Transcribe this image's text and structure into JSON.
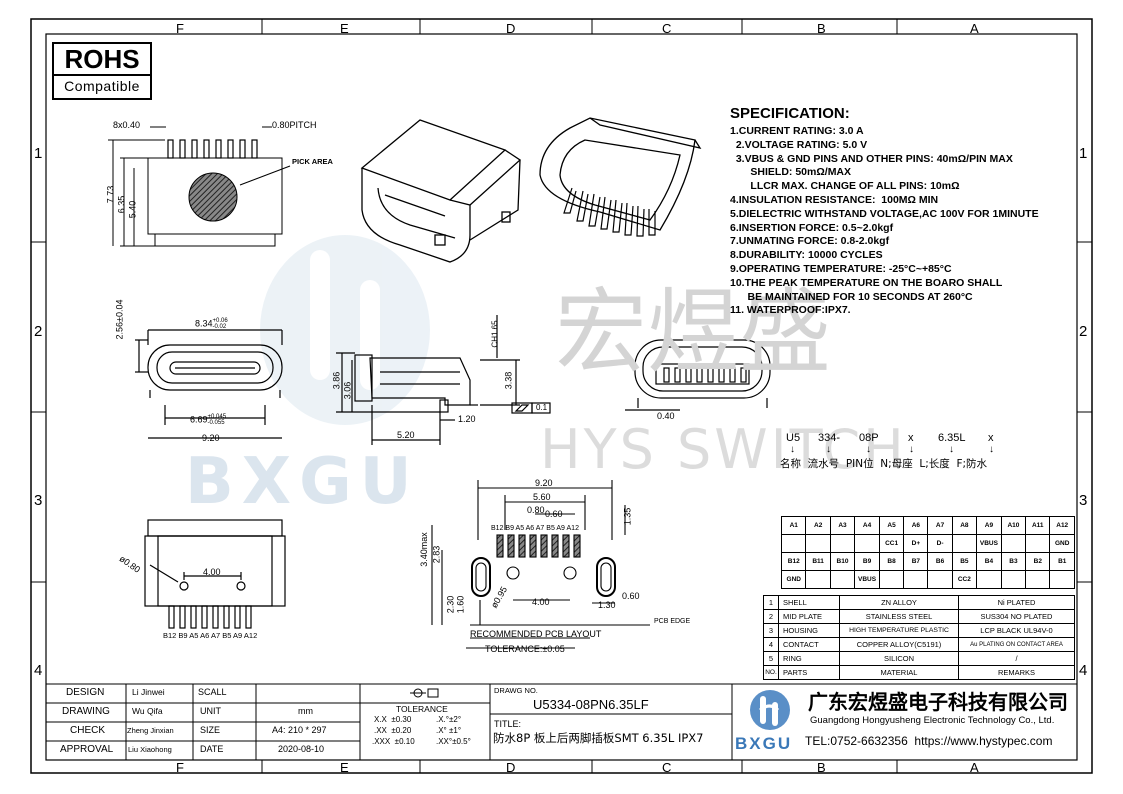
{
  "frame": {
    "col_labels": [
      "F",
      "E",
      "D",
      "C",
      "B",
      "A"
    ],
    "row_labels": [
      "1",
      "2",
      "3",
      "4"
    ]
  },
  "rohs": {
    "title": "ROHS",
    "subtitle": "Compatible"
  },
  "watermark": {
    "cn": "宏煜盛",
    "en": "HYS SWITCH",
    "logo": "BXGU"
  },
  "top_view": {
    "pitch_count": "8x0.40",
    "pitch": "0.80PITCH",
    "pick_area": "PICK AREA",
    "dims": [
      "7.73",
      "6.35",
      "5.40"
    ]
  },
  "front_view": {
    "width_top": "8.34",
    "width_top_tol_plus": "+0.06",
    "width_top_tol_minus": "-0.02",
    "height": "2.56±0.04",
    "width_mid": "6.69",
    "width_mid_tol_plus": "+0.045",
    "width_mid_tol_minus": "-0.055",
    "width_bottom": "9.20"
  },
  "side_view": {
    "dims": [
      "3.86",
      "3.06",
      "3.38",
      "5.20",
      "1.20",
      "CH1.65"
    ],
    "flatness": "0.1"
  },
  "right_front_view": {
    "dim": "0.40"
  },
  "bottom_view": {
    "hole": "ø0.80",
    "spacing": "4.00",
    "pins": "B12 B9 A5 A6 A7 B5 A9 A12"
  },
  "pcb_layout": {
    "dims_top": [
      "9.20",
      "5.60",
      "0.80",
      "0.60"
    ],
    "right": "1.35",
    "left": [
      "3.40max",
      "2.83",
      "2.30",
      "1.60"
    ],
    "hole": "ø0.95",
    "spacing": "4.00",
    "small": [
      "1.30",
      "0.60"
    ],
    "pins": "B12 B9 A5 A6 A7 B5 A9 A12",
    "pcb_edge": "PCB EDGE",
    "title": "RECOMMENDED PCB LAYOUT",
    "tolerance": "TOLERANCE:±0.05"
  },
  "spec": {
    "heading": "SPECIFICATION:",
    "lines": [
      "1.CURRENT RATING: 3.0 A",
      "  2.VOLTAGE RATING: 5.0 V",
      "  3.VBUS & GND PINS AND OTHER PINS: 40mΩ/PIN MAX",
      "       SHIELD: 50mΩ/MAX",
      "       LLCR MAX. CHANGE OF ALL PINS: 10mΩ",
      "4.INSULATION RESISTANCE:  100MΩ MIN",
      "5.DIELECTRIC WITHSTAND VOLTAGE,AC 100V FOR 1MINUTE",
      "6.INSERTION FORCE: 0.5~2.0kgf",
      "7.UNMATING FORCE: 0.8-2.0kgf",
      "8.DURABILITY: 10000 CYCLES",
      "9.OPERATING TEMPERATURE: -25°C~+85°C",
      "10.THE PEAK TEMPERATURE ON THE BOARO SHALL",
      "      BE MAINTAINED FOR 10 SECONDS AT 260°C",
      "11. WATERPROOF:IPX7."
    ]
  },
  "part_code": {
    "parts": [
      "U5",
      "334-",
      "08P",
      "x",
      "6.35L",
      "x"
    ],
    "arrows": [
      "↓",
      "↓",
      "↓",
      "↓",
      "↓",
      "↓"
    ],
    "meanings": "名称  流水号  PIN位  N;母座  L;长度  F;防水"
  },
  "pin_table": {
    "row1": [
      "A1",
      "A2",
      "A3",
      "A4",
      "A5",
      "A6",
      "A7",
      "A8",
      "A9",
      "A10",
      "A11",
      "A12"
    ],
    "row2": [
      "",
      "",
      "",
      "",
      "CC1",
      "D+",
      "D-",
      "",
      "VBUS",
      "",
      "",
      "GND"
    ],
    "row3": [
      "B12",
      "B11",
      "B10",
      "B9",
      "B8",
      "B7",
      "B6",
      "B5",
      "B4",
      "B3",
      "B2",
      "B1"
    ],
    "row4": [
      "GND",
      "",
      "",
      "VBUS",
      "",
      "",
      "",
      "CC2",
      "",
      "",
      "",
      ""
    ]
  },
  "parts_table": [
    [
      "1",
      "SHELL",
      "ZN ALLOY",
      "Ni PLATED"
    ],
    [
      "2",
      "MID PLATE",
      "STAINLESS STEEL",
      "SUS304 NO PLATED"
    ],
    [
      "3",
      "HOUSING",
      "HIGH TEMPERATURE PLASTIC",
      "LCP BLACK UL94V-0"
    ],
    [
      "4",
      "CONTACT",
      "COPPER ALLOY(C5191)",
      "Au PLATING ON CONTACT AREA"
    ],
    [
      "5",
      "RING",
      "SILICON",
      "/"
    ],
    [
      "NO.",
      "PARTS",
      "MATERIAL",
      "REMARKS"
    ]
  ],
  "title_block": {
    "rows": [
      {
        "label": "DESIGN",
        "name": "Li Jinwei",
        "key": "SCALL",
        "val": ""
      },
      {
        "label": "DRAWING",
        "name": "Wu Qifa",
        "key": "UNIT",
        "val": "mm"
      },
      {
        "label": "CHECK",
        "name": "Zheng Jinxian",
        "key": "SIZE",
        "val": "A4: 210 * 297"
      },
      {
        "label": "APPROVAL",
        "name": "Liu Xiaohong",
        "key": "DATE",
        "val": "2020-08-10"
      }
    ],
    "tolerance_title": "TOLERANCE",
    "tol_lines": [
      [
        "X.X  ±0.30",
        ".X.°±2°"
      ],
      [
        ".XX  ±0.20",
        ".X° ±1°"
      ],
      [
        ".XXX  ±0.10",
        ".XX°±0.5°"
      ]
    ],
    "drawing_no_label": "DRAWG NO.",
    "drawing_no": "U5334-08PN6.35LF",
    "title_label": "TITLE:",
    "title": "防水8P 板上后两脚插板SMT 6.35L IPX7",
    "company_cn": "广东宏煜盛电子科技有限公司",
    "company_en": "Guangdong Hongyusheng Electronic Technology Co., Ltd.",
    "contact": "TEL:0752-6632356  https://www.hystypec.com",
    "logo": "BXGU"
  }
}
